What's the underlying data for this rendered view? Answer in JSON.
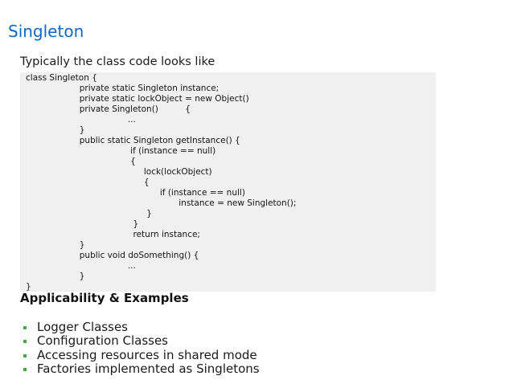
{
  "slide": {
    "title": "Singleton",
    "title_color": "#1268c3",
    "intro": "Typically the class code looks like",
    "code_block": {
      "background": "#f0f0f0",
      "lines": [
        "class Singleton {",
        "                    private static Singleton instance;",
        "                    private static lockObject = new Object()",
        "                    private Singleton()          {",
        "                                      ...",
        "                    }",
        "                    public static Singleton getInstance() {",
        "                                       if (instance == null)",
        "                                       {",
        "                                            lock(lockObject)",
        "                                            {",
        "                                                  if (instance == null)",
        "                                                         instance = new Singleton();",
        "                                             }",
        "                                        }",
        "                                        return instance;",
        "                    }",
        "                    public void doSomething() {",
        "                                      ...",
        "                    }",
        "}"
      ]
    },
    "section_heading": "Applicability & Examples",
    "bullets": {
      "color": "#44a944",
      "items": [
        "Logger Classes",
        "Configuration Classes",
        "Accessing resources in shared mode",
        "Factories implemented as Singletons"
      ]
    }
  }
}
